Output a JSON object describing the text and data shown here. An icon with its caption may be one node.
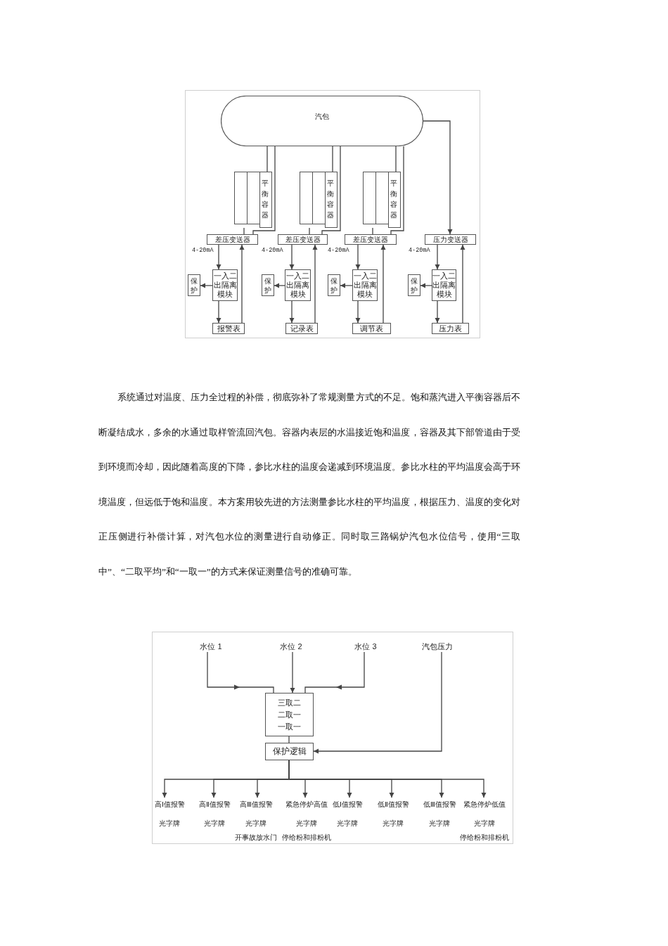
{
  "diagram": {
    "nodes": [
      {
        "text": [
          "汽包"
        ]
      },
      {
        "text": [
          "平衡容器"
        ]
      },
      {
        "text": [
          "平衡容器"
        ]
      },
      {
        "text": [
          "平衡容器"
        ]
      },
      {
        "text": [
          "差压变送器"
        ]
      },
      {
        "text": [
          "差压变送器"
        ]
      },
      {
        "text": [
          "差压变送器"
        ]
      },
      {
        "text": [
          "压力变送器"
        ]
      },
      {
        "text": [
          "保护"
        ]
      },
      {
        "text": [
          "一入二出隔离模块"
        ]
      },
      {
        "text": [
          "保护"
        ]
      },
      {
        "text": [
          "一入二出隔离模块"
        ]
      },
      {
        "text": [
          "保护"
        ]
      },
      {
        "text": [
          "一入二出隔离模块"
        ]
      },
      {
        "text": [
          "保护"
        ]
      },
      {
        "text": [
          "一入二出隔离模块"
        ]
      },
      {
        "text": [
          "报警表"
        ]
      },
      {
        "text": [
          "记录表"
        ]
      },
      {
        "text": [
          "调节表"
        ]
      },
      {
        "text": [
          "压力表"
        ]
      },
      {
        "text": [
          "水位 1"
        ]
      },
      {
        "text": [
          "水位 2"
        ]
      },
      {
        "text": [
          "水位 3"
        ]
      },
      {
        "text": [
          "汽包压力"
        ]
      },
      {
        "text": [
          "三取二",
          "二取一",
          "一取一"
        ]
      },
      {
        "text": [
          "保护逻辑"
        ]
      },
      {
        "text": [
          "高Ⅰ值报警",
          "光字牌"
        ]
      },
      {
        "text": [
          "高Ⅱ值报警",
          "光字牌"
        ]
      },
      {
        "text": [
          "高Ⅲ值报警",
          "光字牌",
          "开事故放水门"
        ]
      },
      {
        "text": [
          "紧急停炉高值",
          "光字牌",
          "停给粉和排粉机"
        ]
      },
      {
        "text": [
          "低Ⅰ值报警",
          "光字牌"
        ]
      },
      {
        "text": [
          "低Ⅱ值报警",
          "光字牌"
        ]
      },
      {
        "text": [
          "低Ⅲ值报警",
          "光字牌"
        ]
      },
      {
        "text": [
          "紧急停炉低值",
          "光字牌",
          "停给粉和排粉机"
        ]
      }
    ],
    "edges": [
      {
        "from": 0,
        "to": 1,
        "arrow": "none"
      },
      {
        "from": 0,
        "to": 4,
        "arrow": "none"
      },
      {
        "from": 1,
        "to": 4,
        "arrow": "none"
      },
      {
        "from": 0,
        "to": 2,
        "arrow": "none"
      },
      {
        "from": 0,
        "to": 5,
        "arrow": "none"
      },
      {
        "from": 2,
        "to": 5,
        "arrow": "none"
      },
      {
        "from": 0,
        "to": 3,
        "arrow": "none"
      },
      {
        "from": 0,
        "to": 6,
        "arrow": "none"
      },
      {
        "from": 3,
        "to": 6,
        "arrow": "none"
      },
      {
        "from": 0,
        "to": 7,
        "arrow": "to"
      },
      {
        "from": 4,
        "to": 9,
        "arrow": "to",
        "label": "4-20mA"
      },
      {
        "from": 9,
        "to": 8,
        "arrow": "to"
      },
      {
        "from": 9,
        "to": 16,
        "arrow": "to"
      },
      {
        "from": 16,
        "to": 4,
        "arrow": "to"
      },
      {
        "from": 5,
        "to": 11,
        "arrow": "to",
        "label": "4-20mA"
      },
      {
        "from": 11,
        "to": 10,
        "arrow": "to"
      },
      {
        "from": 11,
        "to": 17,
        "arrow": "to"
      },
      {
        "from": 17,
        "to": 5,
        "arrow": "to"
      },
      {
        "from": 6,
        "to": 13,
        "arrow": "to",
        "label": "4-20mA"
      },
      {
        "from": 13,
        "to": 12,
        "arrow": "to"
      },
      {
        "from": 13,
        "to": 18,
        "arrow": "to"
      },
      {
        "from": 18,
        "to": 6,
        "arrow": "to"
      },
      {
        "from": 7,
        "to": 15,
        "arrow": "to",
        "label": "4-20mA"
      },
      {
        "from": 15,
        "to": 14,
        "arrow": "to"
      },
      {
        "from": 15,
        "to": 19,
        "arrow": "to"
      },
      {
        "from": 19,
        "to": 7,
        "arrow": "to"
      },
      {
        "from": 20,
        "to": 24,
        "arrow": "to"
      },
      {
        "from": 21,
        "to": 24,
        "arrow": "to"
      },
      {
        "from": 22,
        "to": 24,
        "arrow": "to"
      },
      {
        "from": 24,
        "to": 25,
        "arrow": "none"
      },
      {
        "from": 23,
        "to": 25,
        "arrow": "to"
      },
      {
        "from": 25,
        "to": 26,
        "arrow": "to"
      },
      {
        "from": 25,
        "to": 27,
        "arrow": "to"
      },
      {
        "from": 25,
        "to": 28,
        "arrow": "to"
      },
      {
        "from": 25,
        "to": 29,
        "arrow": "to"
      },
      {
        "from": 25,
        "to": 30,
        "arrow": "to"
      },
      {
        "from": 25,
        "to": 31,
        "arrow": "to"
      },
      {
        "from": 25,
        "to": 32,
        "arrow": "to"
      },
      {
        "from": 25,
        "to": 33,
        "arrow": "to"
      }
    ],
    "labels": [
      "系统通过对温度、压力全过程的补偿，彻底弥补了常规测量方式的不足。饱和蒸汽进入平衡容器后不断凝结成水，多余的水通过取样管流回汽包。容器内表层的水温接近饱和温度，容器及其下部管道由于受到环境而冷却，因此随着高度的下降，参比水柱的温度会递减到环境温度。参比水柱的平均温度会高于环境温度，但远低于饱和温度。本方案用较先进的方法测量参比水柱的平均温度，根据压力、温度的变化对正压侧进行补偿计算，对汽包水位的测量进行自动修正。同时取三路锅炉汽包水位信号，使用“三取中”、“二取平均”和“一取一”的方式来保证测量信号的准确可靠。"
    ]
  }
}
